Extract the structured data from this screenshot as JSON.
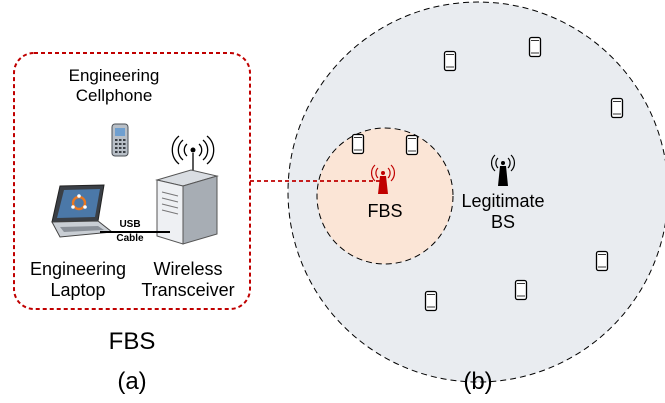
{
  "panel_a": {
    "box_title": "FBS",
    "caption": "(a)",
    "cellphone_label_line1": "Engineering",
    "cellphone_label_line2": "Cellphone",
    "laptop_label_line1": "Engineering",
    "laptop_label_line2": "Laptop",
    "transceiver_label_line1": "Wireless",
    "transceiver_label_line2": "Transceiver",
    "cable_label_line1": "USB",
    "cable_label_line2": "Cable"
  },
  "panel_b": {
    "caption": "(b)",
    "fbs_label": "FBS",
    "legit_bs_line1": "Legitimate",
    "legit_bs_line2": "BS"
  },
  "colors": {
    "fbs_box_border": "#c00000",
    "fbs_area_fill": "#fbe5d6",
    "outer_cell_fill": "#e9ecf0",
    "fbs_antenna": "#c00000",
    "legit_antenna": "#000000"
  }
}
